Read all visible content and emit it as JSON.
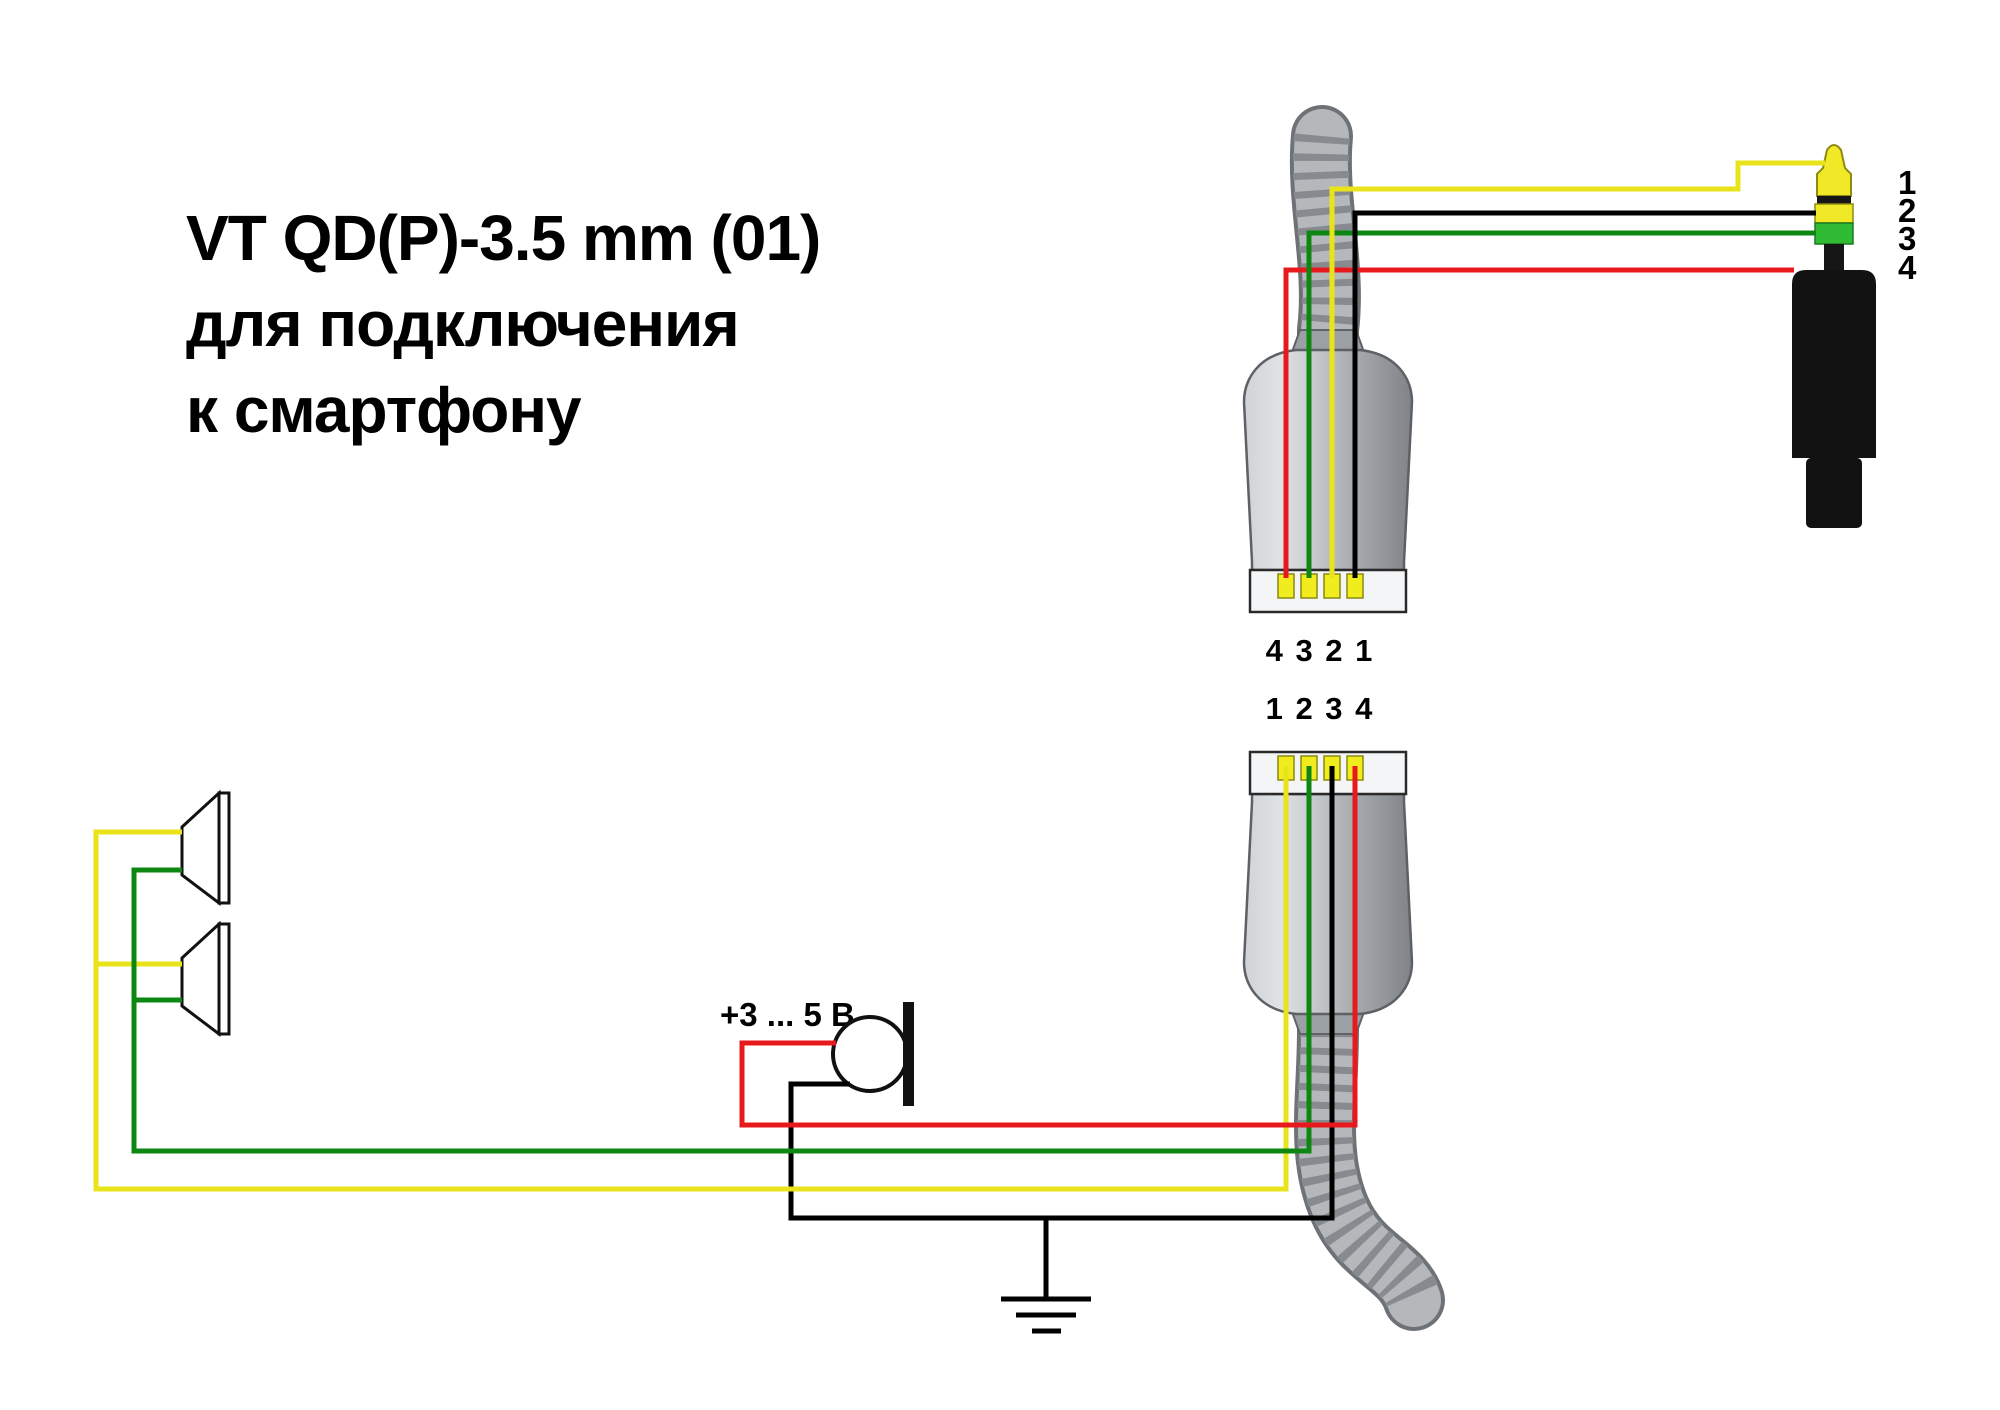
{
  "title": {
    "line1": "VT QD(P)-3.5 mm (01)",
    "line2": "для подключения",
    "line3": "к смартфону"
  },
  "colors": {
    "wire_yellow": "#e9e41a",
    "wire_green": "#0e8712",
    "wire_red": "#e8191d",
    "wire_black": "#000000",
    "jack_tip_yellow": "#f0e928",
    "jack_band_yellow": "#f0e928",
    "jack_band_green": "#2fbb33",
    "jack_body_black": "#121212",
    "contact_yellow": "#f0ec1e"
  },
  "qd_plug_top": {
    "contact_labels": "4 3 2 1"
  },
  "qd_plug_bottom": {
    "contact_labels": "1 2 3 4"
  },
  "jack": {
    "pin_labels": [
      "1",
      "2",
      "3",
      "4"
    ]
  },
  "microphone": {
    "voltage_label": "+3 ... 5 В"
  }
}
